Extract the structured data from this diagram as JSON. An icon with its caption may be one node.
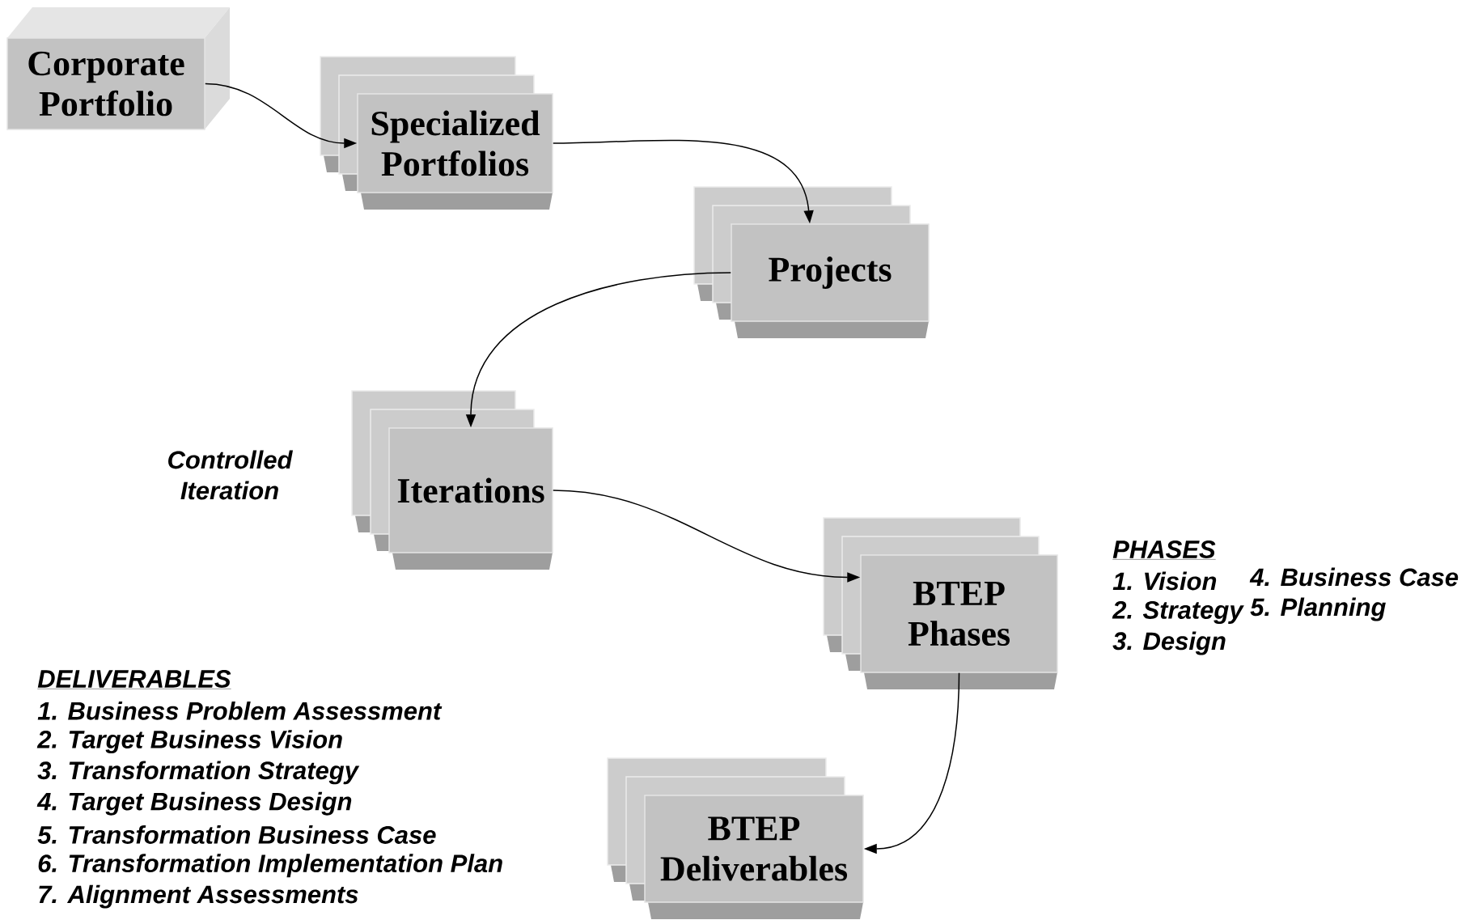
{
  "diagram": {
    "nodes": [
      {
        "text": [
          "Corporate Portfolio"
        ]
      },
      {
        "text": [
          "Specialized Portfolios"
        ]
      },
      {
        "text": [
          "Projects"
        ]
      },
      {
        "text": [
          "Iterations"
        ]
      },
      {
        "text": [
          "BTEP Phases"
        ]
      },
      {
        "text": [
          "BTEP Deliverables"
        ]
      }
    ],
    "edges": [
      {
        "from": 0,
        "to": 1,
        "arrow": "to"
      },
      {
        "from": 1,
        "to": 2,
        "arrow": "to"
      },
      {
        "from": 2,
        "to": 3,
        "arrow": "to"
      },
      {
        "from": 3,
        "to": 4,
        "arrow": "to"
      },
      {
        "from": 4,
        "to": 5,
        "arrow": "to"
      }
    ],
    "labels": [
      "Controlled Iteration",
      "PHASES",
      "1. Vision",
      "2. Strategy",
      "3. Design",
      "4. Business Case",
      "5. Planning",
      "DELIVERABLES",
      "1. Business Problem Assessment",
      "2. Target Business Vision",
      "3. Transformation Strategy",
      "4. Target Business Design",
      "5. Transformation Business Case",
      "6. Transformation Implementation Plan",
      "7. Alignment Assessments"
    ]
  }
}
